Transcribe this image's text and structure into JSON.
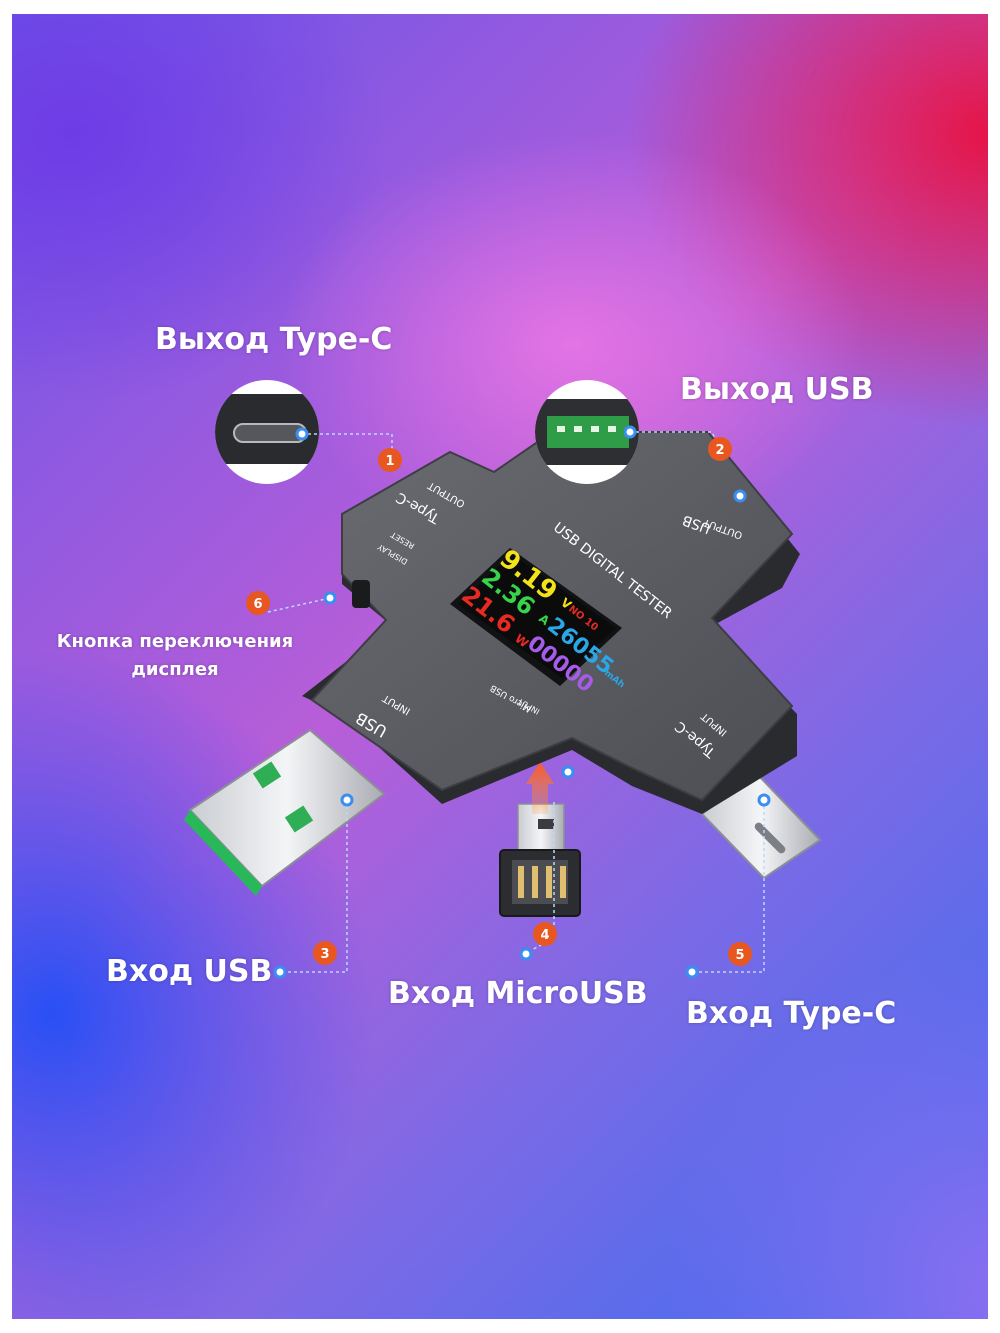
{
  "callouts": {
    "output_typec": "Выход Type-C",
    "output_usb": "Выход USB",
    "display_button_line1": "Кнопка переключения",
    "display_button_line2": "дисплея",
    "input_usb": "Вход USB",
    "input_microusb": "Вход MicroUSB",
    "input_typec": "Вход Type-C"
  },
  "markers": [
    "1",
    "2",
    "3",
    "4",
    "5",
    "6"
  ],
  "device": {
    "title": "USB DIGITAL TESTER",
    "port_typec_out": "Type-C",
    "port_typec_out_dir": "OUTPUT",
    "port_usb_out": "USB",
    "port_usb_out_dir": "OUTPUT",
    "port_usb_in": "USB",
    "port_usb_in_dir": "INPUT",
    "port_typec_in": "Type-C",
    "port_typec_in_dir": "INPUT",
    "port_micro_in": "Micro USB",
    "port_micro_in_dir": "INPUT",
    "button_reset": "RESET",
    "button_display": "DISPLAY",
    "screen": {
      "voltage": "9.19",
      "voltage_unit": "V",
      "current": "2.36",
      "current_unit": "A",
      "power": "21.6",
      "power_unit": "W",
      "group": "NO 10",
      "capacity": "26055",
      "capacity_unit": "mAh",
      "energy": "00000"
    }
  },
  "colors": {
    "marker": "#e8571f",
    "device_body": "#5a5c62",
    "voltage": "#f2e21a",
    "current": "#35d44a",
    "power": "#e82a22",
    "capacity": "#2aa7e6",
    "energy": "#a65ce8"
  }
}
